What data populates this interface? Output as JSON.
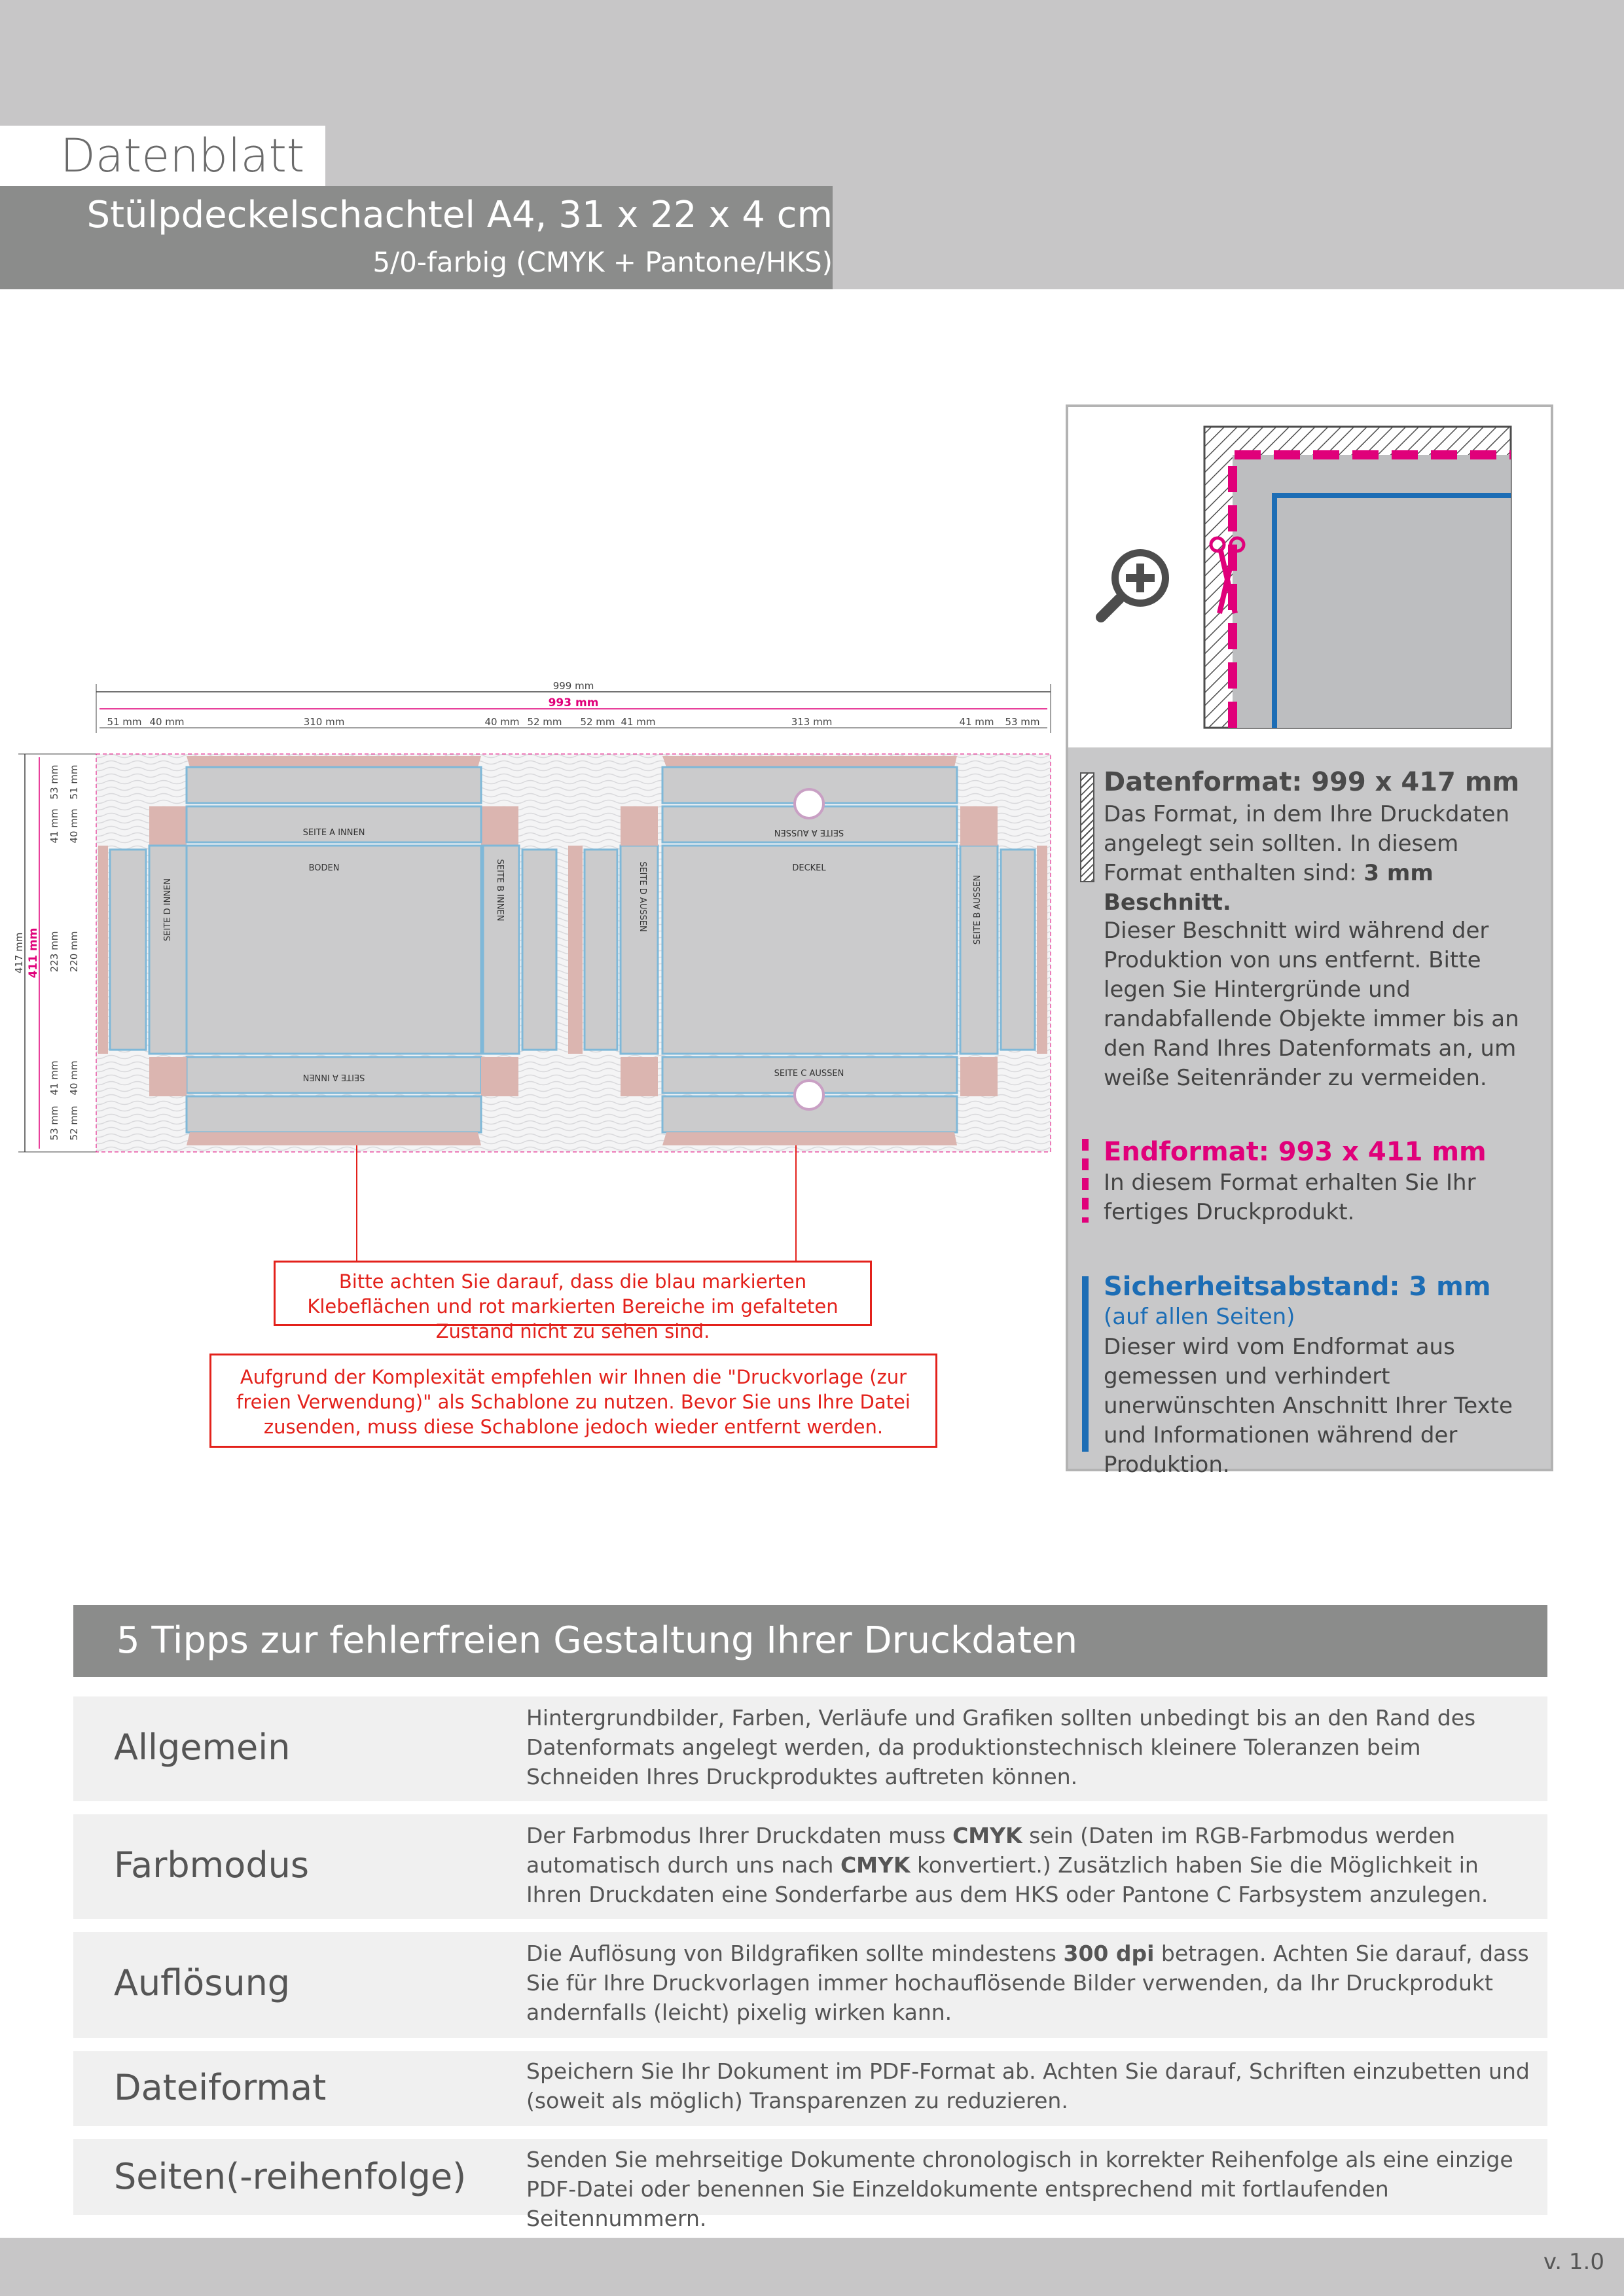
{
  "header": {
    "doc_label": "Datenblatt",
    "title": "Stülpdeckelschachtel A4, 31 x 22 x 4 cm",
    "subtitle": "5/0-farbig (CMYK + Pantone/HKS)"
  },
  "diagram": {
    "dim_total": "999 mm",
    "dim_end": "993 mm",
    "dims_top": [
      "51 mm",
      "40 mm",
      "310 mm",
      "40 mm",
      "52 mm",
      "52 mm",
      "41 mm",
      "313 mm",
      "41 mm",
      "53 mm"
    ],
    "dim_left_total": "417 mm",
    "dim_left_end": "411 mm",
    "dims_left_a": [
      "53 mm",
      "41 mm",
      "223 mm",
      "41 mm",
      "53 mm"
    ],
    "dims_left_b": [
      "51 mm",
      "40 mm",
      "220 mm",
      "40 mm",
      "52 mm"
    ],
    "panels": {
      "seite_a_innen": "SEITE A INNEN",
      "boden": "BODEN",
      "seite_d_innen": "SEITE D INNEN",
      "seite_b_innen": "SEITE B INNEN",
      "seite_a_innen_bottom": "SEITE A INNEN",
      "seite_d_aussen": "SEITE D AUSSEN",
      "seite_a_aussen": "SEITE A AUSSEN",
      "deckel": "DECKEL",
      "seite_b_aussen": "SEITE B AUSSEN",
      "seite_c_aussen": "SEITE C AUSSEN"
    }
  },
  "notes": {
    "note1": "Bitte achten Sie darauf, dass die blau markierten Klebeflächen und rot markierten Bereiche im gefalteten Zustand nicht zu sehen sind.",
    "note2": "Aufgrund der Komplexität empfehlen wir Ihnen die \"Druckvorlage (zur freien Verwendung)\" als Schablone zu nutzen. Bevor Sie uns Ihre Datei zusenden, muss diese Schablone jedoch wieder entfernt werden."
  },
  "info": {
    "datenformat_title": "Datenformat: 999 x 417 mm",
    "datenformat_text_a": "Das Format, in dem Ihre Druckdaten angelegt sein sollten. In diesem Format enthalten sind: ",
    "datenformat_text_b": "3 mm Beschnitt.",
    "datenformat_text2": "Dieser Beschnitt wird während der Produktion von uns entfernt. Bitte legen Sie Hintergründe und randabfallende Objekte immer bis an den Rand Ihres Datenformats an, um weiße Seitenränder zu vermeiden.",
    "endformat_title": "Endformat: 993 x 411 mm",
    "endformat_text": "In diesem Format erhalten Sie Ihr fertiges Druckprodukt.",
    "sicherheit_title": "Sicherheitsabstand: 3 mm",
    "sicherheit_sub": "(auf allen Seiten)",
    "sicherheit_text": "Dieser wird vom Endformat aus gemessen und verhindert unerwünschten Anschnitt Ihrer Texte und Informationen während der Produktion."
  },
  "tips": {
    "heading": "5 Tipps zur fehlerfreien Gestaltung Ihrer Druckdaten",
    "items": [
      {
        "label": "Allgemein",
        "text": "Hintergrundbilder, Farben, Verläufe und Grafiken sollten unbedingt bis an den Rand des Datenformats angelegt werden, da produktionstechnisch kleinere Toleranzen beim Schneiden Ihres Druckproduktes auftreten können."
      },
      {
        "label": "Farbmodus",
        "t1": "Der Farbmodus Ihrer Druckdaten muss ",
        "b1": "CMYK",
        "t2": " sein (Daten im RGB-Farbmodus werden automatisch durch uns nach ",
        "b2": "CMYK",
        "t3": " konvertiert.) Zusätzlich haben Sie die Möglichkeit in Ihren Druckdaten eine Sonderfarbe aus dem HKS oder Pantone C Farbsystem anzulegen."
      },
      {
        "label": "Auflösung",
        "t1": "Die Auflösung von Bildgrafiken sollte mindestens ",
        "b1": "300 dpi",
        "t2": " betragen. Achten Sie darauf, dass Sie für Ihre Druckvorlagen immer hochauflösende Bilder verwenden, da Ihr Druckprodukt andernfalls (leicht) pixelig wirken kann."
      },
      {
        "label": "Dateiformat",
        "text": "Speichern Sie Ihr Dokument im PDF-Format ab. Achten Sie darauf, Schriften einzubetten und (soweit als möglich) Transparenzen zu reduzieren."
      },
      {
        "label": "Seiten(-reihenfolge)",
        "text": "Senden Sie mehrseitige Dokumente chronologisch in korrekter Reihenfolge als eine einzige PDF-Datei oder benennen Sie Einzeldokumente entsprechend mit fortlaufenden Seitennummern."
      }
    ]
  },
  "footer": {
    "version": "v. 1.0"
  }
}
